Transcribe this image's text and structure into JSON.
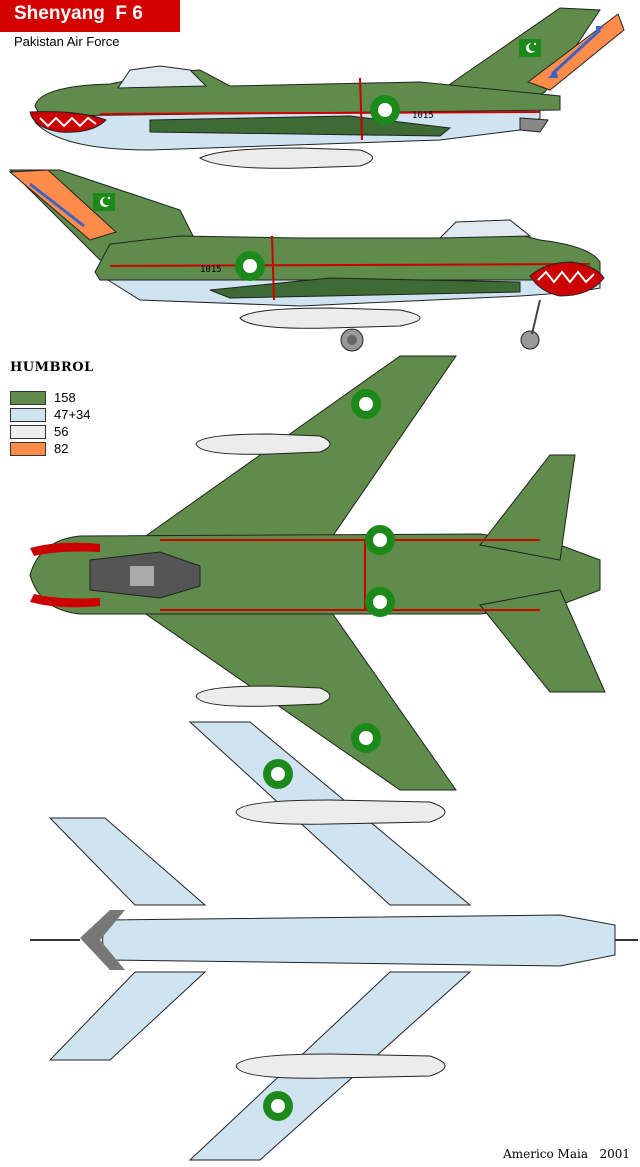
{
  "header": {
    "title": "Shenyang  F 6",
    "subtitle": "Pakistan Air Force"
  },
  "legend": {
    "title": "HUMBROL",
    "items": [
      {
        "label": "158",
        "color": "#5f8c4a"
      },
      {
        "label": "47+34",
        "color": "#cfe4f0"
      },
      {
        "label": "56",
        "color": "#ececec"
      },
      {
        "label": "82",
        "color": "#ff8c4a"
      }
    ]
  },
  "aircraft": {
    "serial": "1015"
  },
  "colors": {
    "camo_green": "#5f8c4a",
    "dark_green": "#3e6a33",
    "underside": "#cfe4f0",
    "tank_white": "#ececec",
    "orange": "#ff8c4a",
    "red": "#cc0000",
    "roundel": "#1b8a1b"
  },
  "credit": {
    "author": "Americo Maia",
    "year": "2001"
  }
}
